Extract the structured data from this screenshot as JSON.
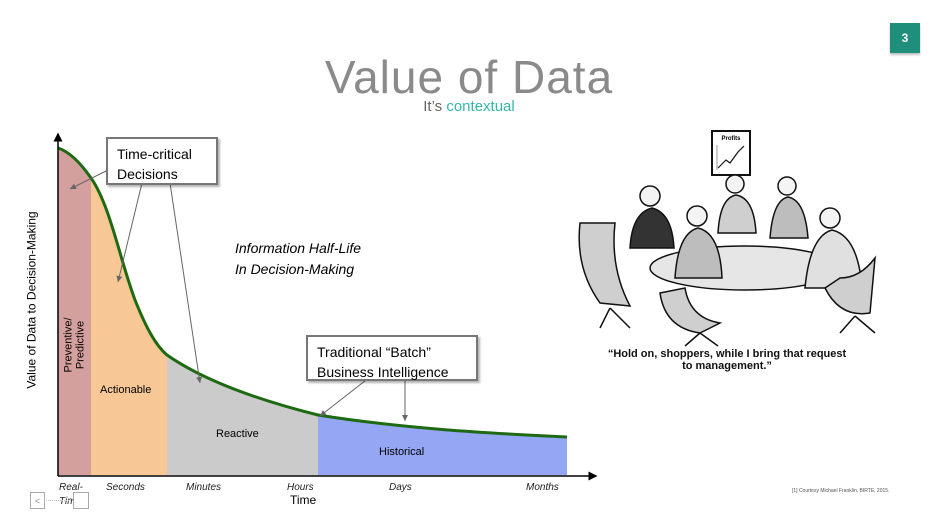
{
  "slide": {
    "page_number": "3",
    "title": "Value of Data",
    "subtitle_prefix": "It’s",
    "subtitle_accent": "contextual",
    "accent_color": "#35b6a8",
    "badge_color": "#1f8f7b"
  },
  "diagram": {
    "y_axis_label": "Value of Data to Decision-Making",
    "x_axis_label": "Time",
    "ticks": [
      "Real-",
      "Time",
      "Seconds",
      "Minutes",
      "Hours",
      "Days",
      "Months"
    ],
    "regions": [
      {
        "label_top": "Preventive/",
        "label_bottom": "Predictive",
        "color": "#d4a09e"
      },
      {
        "label": "Actionable",
        "color": "#f7c896"
      },
      {
        "label": "Reactive",
        "color": "#cbcbcb"
      },
      {
        "label": "Historical",
        "color": "#95a6f4"
      }
    ],
    "curve_color": "#1e6a12",
    "callout_time_critical_line1": "Time-critical",
    "callout_time_critical_line2": "Decisions",
    "callout_batch_line1": "Traditional “Batch”",
    "callout_batch_line2": "Business Intelligence",
    "half_life_line1": "Information Half-Life",
    "half_life_line2": "In Decision-Making"
  },
  "cartoon": {
    "chart_sign": "Profits",
    "caption_line1": "“Hold on, shoppers, while I bring that request",
    "caption_line2": "to management.”"
  },
  "footnote": "[1] Courtesy Michael Franklin, BIRTE, 2015.",
  "nav": {
    "back_symbol": "<"
  }
}
